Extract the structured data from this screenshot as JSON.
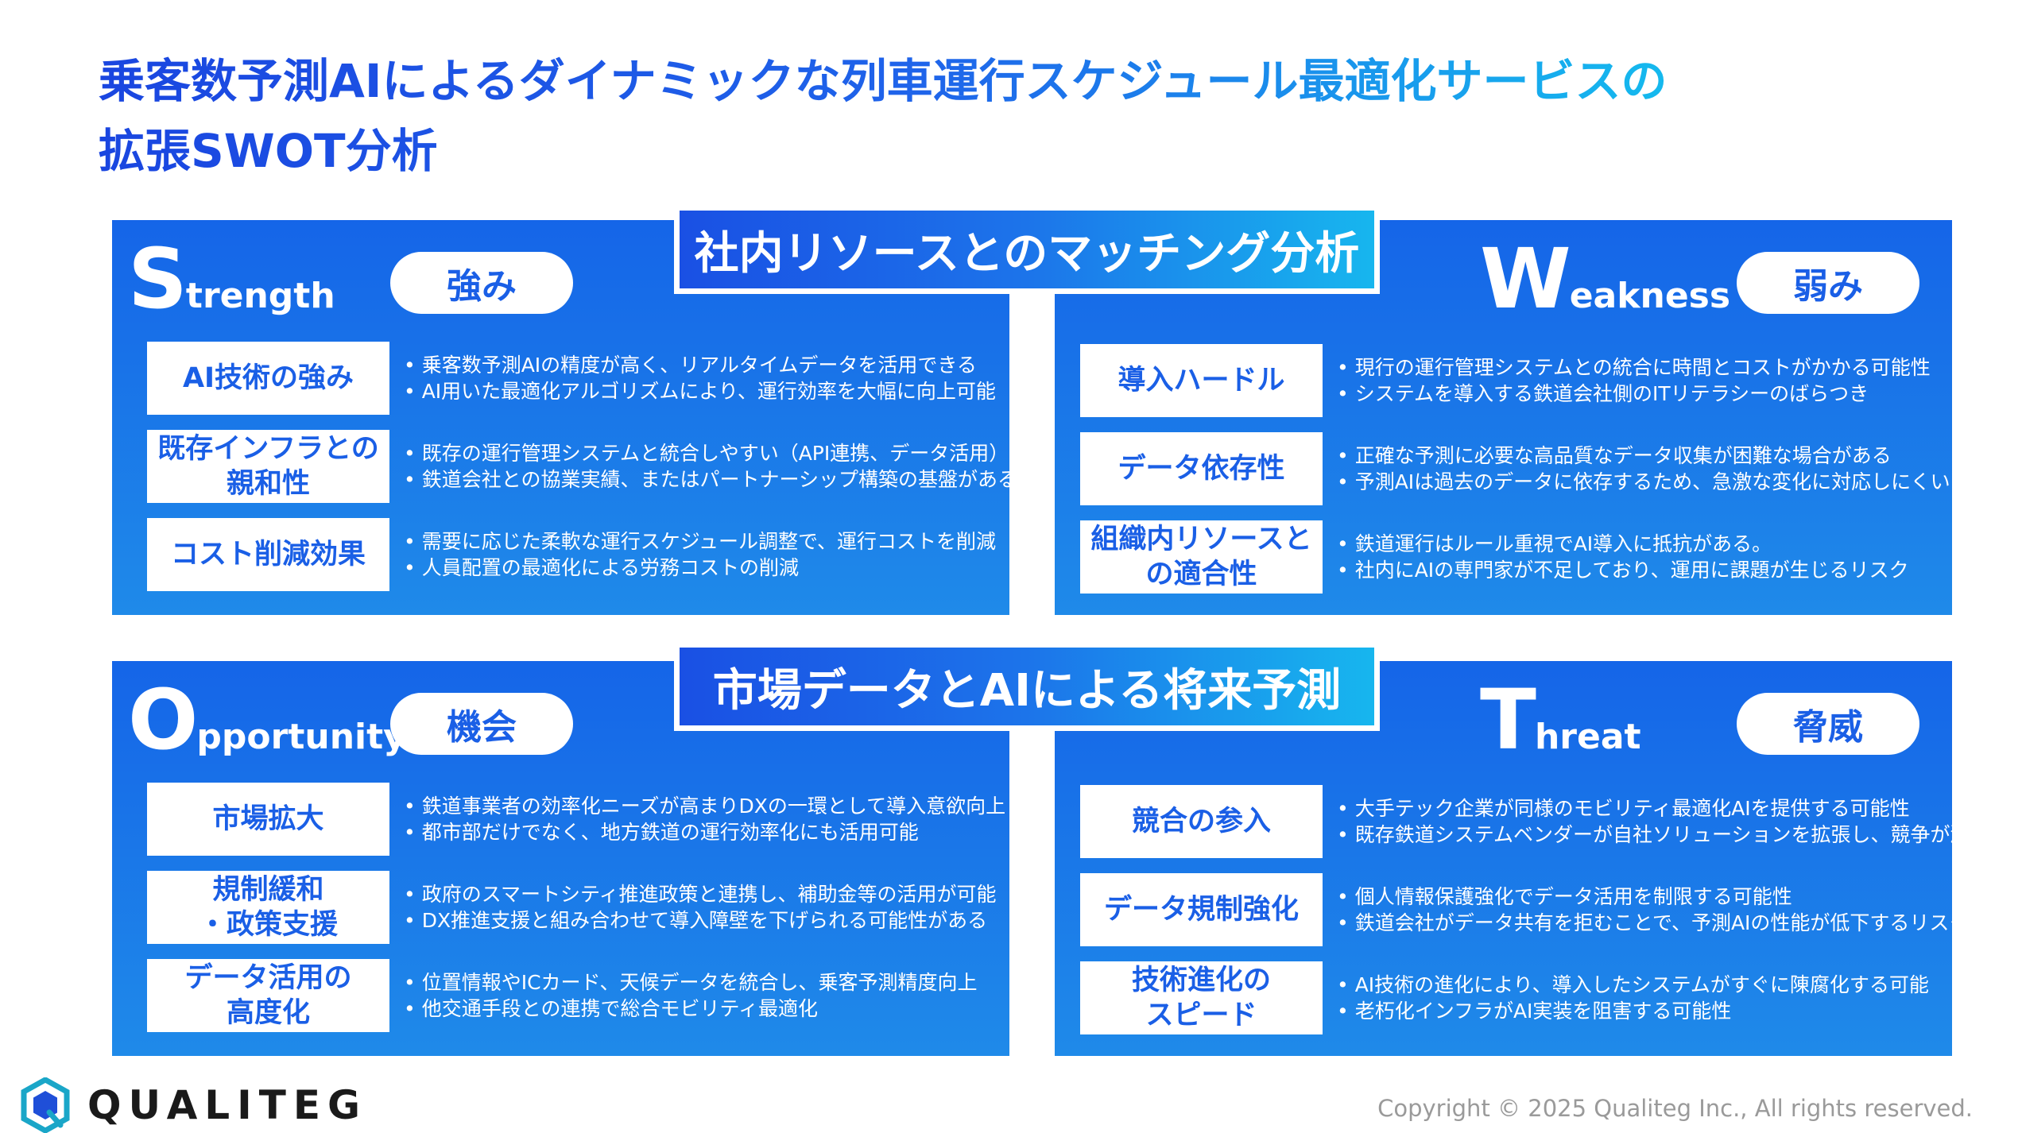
{
  "title": {
    "line1": "乗客数予測AIによるダイナミックな列車運行スケジュール最適化サービスの",
    "line2": "拡張SWOT分析"
  },
  "banners": {
    "internal": "社内リソースとのマッチング分析",
    "external": "市場データとAIによる将来予測"
  },
  "strength": {
    "big": "S",
    "rest": "trength",
    "pill": "強み",
    "items": [
      {
        "label": "AI技術の強み",
        "bullets": [
          "乗客数予測AIの精度が高く、リアルタイムデータを活用できる",
          "AI用いた最適化アルゴリズムにより、運行効率を大幅に向上可能"
        ]
      },
      {
        "label": "既存インフラとの\n親和性",
        "bullets": [
          "既存の運行管理システムと統合しやすい（API連携、データ活用）",
          "鉄道会社との協業実績、またはパートナーシップ構築の基盤がある"
        ]
      },
      {
        "label": "コスト削減効果",
        "bullets": [
          "需要に応じた柔軟な運行スケジュール調整で、運行コストを削減",
          "人員配置の最適化による労務コストの削減"
        ]
      }
    ]
  },
  "weakness": {
    "big": "W",
    "rest": "eakness",
    "pill": "弱み",
    "items": [
      {
        "label": "導入ハードル",
        "bullets": [
          "現行の運行管理システムとの統合に時間とコストがかかる可能性",
          "システムを導入する鉄道会社側のITリテラシーのばらつき"
        ]
      },
      {
        "label": "データ依存性",
        "bullets": [
          "正確な予測に必要な高品質なデータ収集が困難な場合がある",
          "予測AIは過去のデータに依存するため、急激な変化に対応しにくい"
        ]
      },
      {
        "label": "組織内リソースと\nの適合性",
        "bullets": [
          "鉄道運行はルール重視でAI導入に抵抗がある。",
          "社内にAIの専門家が不足しており、運用に課題が生じるリスク"
        ]
      }
    ]
  },
  "opportunity": {
    "big": "O",
    "rest": "pportunity",
    "pill": "機会",
    "items": [
      {
        "label": "市場拡大",
        "bullets": [
          "鉄道事業者の効率化ニーズが高まりDXの一環として導入意欲向上",
          "都市部だけでなく、地方鉄道の運行効率化にも活用可能"
        ]
      },
      {
        "label": "規制緩和\n・政策支援",
        "bullets": [
          "政府のスマートシティ推進政策と連携し、補助金等の活用が可能",
          "DX推進支援と組み合わせて導入障壁を下げられる可能性がある"
        ]
      },
      {
        "label": "データ活用の\n高度化",
        "bullets": [
          "位置情報やICカード、天候データを統合し、乗客予測精度向上",
          "他交通手段との連携で総合モビリティ最適化"
        ]
      }
    ]
  },
  "threat": {
    "big": "T",
    "rest": "hreat",
    "pill": "脅威",
    "items": [
      {
        "label": "競合の参入",
        "bullets": [
          "大手テック企業が同様のモビリティ最適化AIを提供する可能性",
          "既存鉄道システムベンダーが自社ソリューションを拡張し、競争が激化"
        ]
      },
      {
        "label": "データ規制強化",
        "bullets": [
          "個人情報保護強化でデータ活用を制限する可能性",
          "鉄道会社がデータ共有を拒むことで、予測AIの性能が低下するリスク"
        ]
      },
      {
        "label": "技術進化の\nスピード",
        "bullets": [
          "AI技術の進化により、導入したシステムがすぐに陳腐化する可能",
          "老朽化インフラがAI実装を阻害する可能性"
        ]
      }
    ]
  },
  "footer": {
    "logo_text": "QUALITEG",
    "copyright": "Copyright © 2025 Qualiteg Inc., All rights reserved."
  },
  "colors": {
    "primary_blue": "#1a5fe6",
    "accent_cyan": "#17b6ee",
    "logo_teal": "#1aa6c8"
  }
}
